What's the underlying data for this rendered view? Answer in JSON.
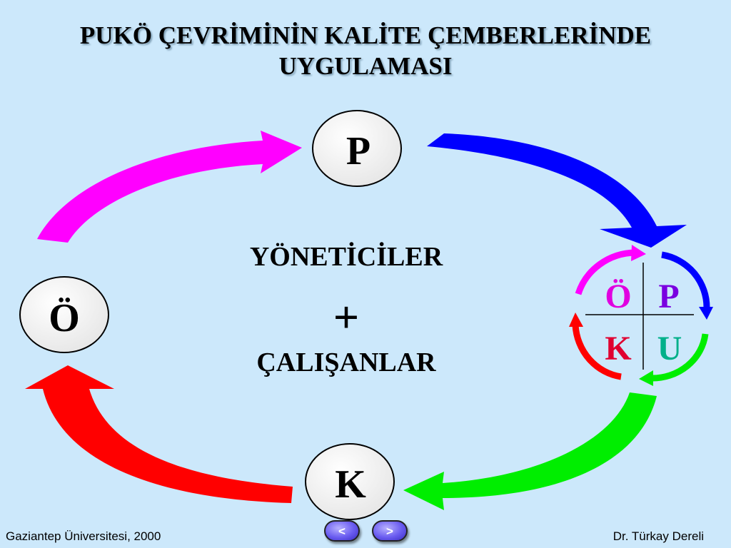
{
  "title": {
    "line1": "PUKÖ ÇEVRİMİNİN KALİTE ÇEMBERLERİNDE",
    "line2": "UYGULAMASI"
  },
  "nodes": {
    "p": "P",
    "o": "Ö",
    "k": "K"
  },
  "center": {
    "managers": "YÖNETİCİLER",
    "plus": "+",
    "employees": "ÇALIŞANLAR"
  },
  "mini_cycle": {
    "top_left": "Ö",
    "top_right": "P",
    "bottom_left": "K",
    "bottom_right": "U"
  },
  "colors": {
    "arrow_p_to_cycle": "#0000ff",
    "arrow_cycle_to_k": "#00ee00",
    "arrow_k_to_o": "#ff0000",
    "arrow_o_to_p": "#ff00ff",
    "mini_o": "#e000e0",
    "mini_p": "#7a00e0",
    "mini_k": "#e00030",
    "mini_u": "#00b08a"
  },
  "footer": {
    "left": "Gaziantep Üniversitesi, 2000",
    "right": "Dr. Türkay Dereli"
  },
  "nav": {
    "prev": "<",
    "next": ">"
  }
}
